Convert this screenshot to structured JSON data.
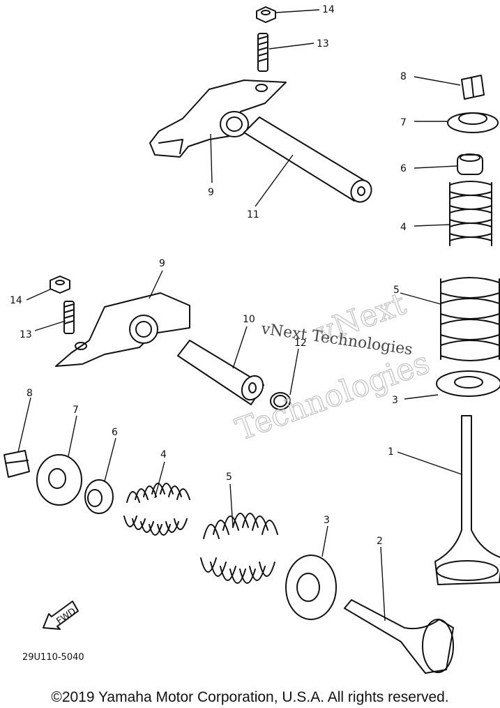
{
  "callouts": {
    "c14a": "14",
    "c13a": "13",
    "c9a": "9",
    "c11": "11",
    "c8a": "8",
    "c7a": "7",
    "c6a": "6",
    "c4a": "4",
    "c5a": "5",
    "c3a": "3",
    "c9b": "9",
    "c14b": "14",
    "c13b": "13",
    "c10": "10",
    "c12": "12",
    "c8b": "8",
    "c7b": "7",
    "c6b": "6",
    "c4b": "4",
    "c5b": "5",
    "c3b": "3",
    "c1": "1",
    "c2": "2"
  },
  "fwd_label": "FWD",
  "diagram_code": "29U110-5040",
  "watermark": {
    "line1": "vNext Technologies",
    "line2": "vNext",
    "line3": "Technologies"
  },
  "copyright": "©2019 Yamaha Motor Corporation, U.S.A. All rights reserved."
}
